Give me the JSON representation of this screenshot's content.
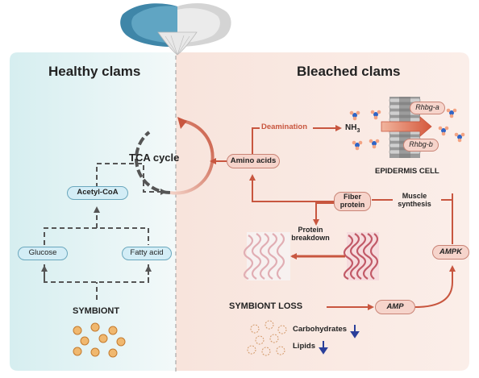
{
  "panels": {
    "left_title": "Healthy clams",
    "right_title": "Bleached clams"
  },
  "nodes": {
    "tca_cycle": "TCA cycle",
    "acetyl_coa": "Acetyl-CoA",
    "glucose": "Glucose",
    "fatty_acid": "Fatty acid",
    "symbiont": "SYMBIONT",
    "amino_acids": "Amino acids",
    "deamination": "Deamination",
    "nh3_base": "NH",
    "nh3_sub": "3",
    "rhbg_a": "Rhbg-a",
    "rhbg_b": "Rhbg-b",
    "epidermis_cell": "EPIDERMIS CELL",
    "fiber_protein": "Fiber protein",
    "muscle_synthesis": "Muscle synthesis",
    "protein_breakdown": "Protein breakdown",
    "ampk": "AMPK",
    "amp": "AMP",
    "symbiont_loss": "SYMBIONT LOSS",
    "carbohydrates": "Carbohydrates",
    "lipids": "Lipids"
  },
  "colors": {
    "healthy_bg": "#e3f3f4",
    "bleached_bg": "#fbe9e3",
    "arrow_red": "#c8563f",
    "arrow_gray": "#555555",
    "pill_blue": "#d3edf6",
    "pill_pink": "#f6d4cb",
    "decrease_arrow": "#2a3f9a"
  }
}
